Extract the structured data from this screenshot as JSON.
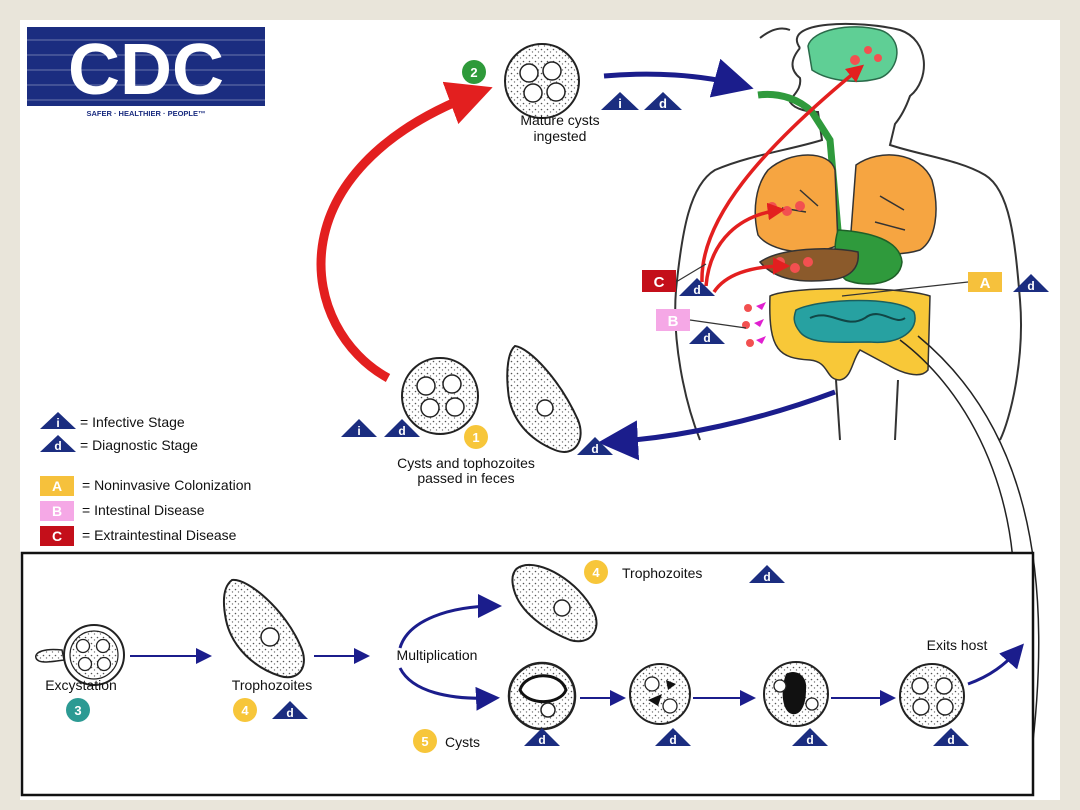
{
  "logo": {
    "text": "CDC",
    "tagline": "SAFER · HEALTHIER · PEOPLE™"
  },
  "colors": {
    "background": "#e9e5da",
    "cdc_blue": "#1b2d80",
    "arrow_red": "#e31f1f",
    "arrow_blue": "#1b1d8c",
    "step_green": "#2e9a3a",
    "step_yellow": "#f7c63a",
    "step_teal": "#2c9a93",
    "badge_a": "#f6c13c",
    "badge_b": "#f5a8e6",
    "badge_c": "#c40f1a",
    "brain": "#5fcf95",
    "lungs": "#f6a541",
    "liver": "#8b5a2b",
    "small_intestine": "#27a1a1",
    "colon": "#f8c838",
    "gi_tract": "#2f9a3c"
  },
  "labels": {
    "step2_num": "2",
    "step2_text_line1": "Mature cysts",
    "step2_text_line2": "ingested",
    "step1_num": "1",
    "step1_text_line1": "Cysts and tophozoites",
    "step1_text_line2": "passed in feces",
    "icon_i": "i",
    "icon_d": "d",
    "badge_a": "A",
    "badge_b": "B",
    "badge_c": "C"
  },
  "legend": {
    "infective": "= Infective Stage",
    "diagnostic": "= Diagnostic Stage",
    "a": "= Noninvasive Colonization",
    "b": "= Intestinal Disease",
    "c": "= Extraintestinal Disease"
  },
  "inset": {
    "excystation": "Excystation",
    "step3_num": "3",
    "trophozoites": "Trophozoites",
    "step4_num": "4",
    "multiplication": "Multiplication",
    "trophozoites_top": "Trophozoites",
    "step4b_num": "4",
    "exits_host": "Exits host",
    "cysts": "Cysts",
    "step5_num": "5"
  }
}
